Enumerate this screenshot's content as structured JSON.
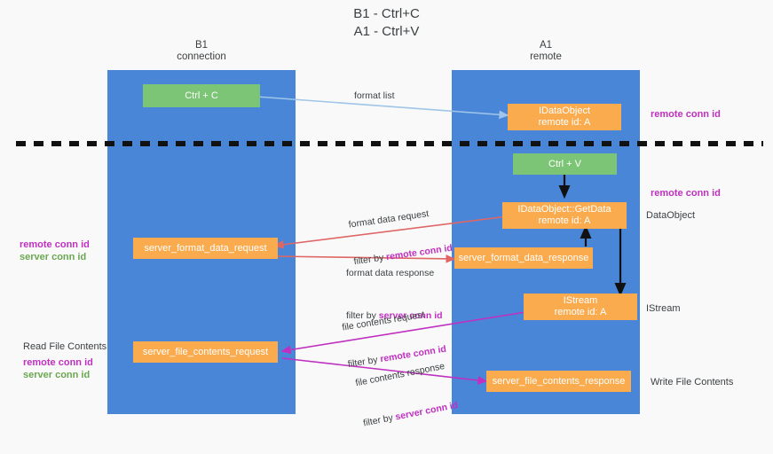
{
  "title": {
    "line1": "B1 - Ctrl+C",
    "line2": "A1 - Ctrl+V"
  },
  "columns": {
    "left": {
      "name": "B1",
      "role": "connection"
    },
    "right": {
      "name": "A1",
      "role": "remote"
    }
  },
  "colors": {
    "lane": "#4a86d8",
    "orange_box": "#f9ab4e",
    "green_box": "#7cc576",
    "remote_conn_id": "#c030c0",
    "server_conn_id": "#6aa84f",
    "arrow_format_list": "#9fc5e8",
    "arrow_ctrlv": "#000000",
    "arrow_format_data": "#e06666",
    "arrow_file_contents": "#c030c0",
    "divider": "#000000",
    "background": "#f9f9f9"
  },
  "nodes": {
    "ctrl_c": "Ctrl + C",
    "idataobject": {
      "line1": "IDataObject",
      "line2": "remote id: A"
    },
    "ctrl_v": "Ctrl + V",
    "idataobject_getdata": {
      "line1": "IDataObject::GetData",
      "line2": "remote id: A"
    },
    "server_format_data_request": "server_format_data_request",
    "server_format_data_response": "server_format_data_response",
    "istream": {
      "line1": "IStream",
      "line2": "remote id: A"
    },
    "server_file_contents_request": "server_file_contents_request",
    "server_file_contents_response": "server_file_contents_response"
  },
  "right_labels": {
    "remote_conn_id_top": "remote conn id",
    "remote_conn_id_mid": "remote conn id",
    "dataobject": "DataObject",
    "istream": "IStream",
    "write_file_contents": "Write File Contents"
  },
  "left_labels": {
    "remote_conn_id_mid": "remote conn id",
    "server_conn_id_mid": "server conn id",
    "read_file_contents": "Read File Contents",
    "remote_conn_id_bottom": "remote conn id",
    "server_conn_id_bottom": "server conn id"
  },
  "flows": {
    "format_list": "format list",
    "format_data_request": "format data request",
    "format_data_request_filter_prefix": "filter by ",
    "format_data_request_filter_key": "remote conn id",
    "format_data_response": "format data response",
    "format_data_response_filter_prefix": "filter by ",
    "format_data_response_filter_key": "server conn id",
    "file_contents_request": "file contents request",
    "file_contents_request_filter_prefix": "filter by ",
    "file_contents_request_filter_key": "remote conn id",
    "file_contents_response": "file contents response",
    "file_contents_response_filter_prefix": "filter by ",
    "file_contents_response_filter_key": "server conn id"
  }
}
